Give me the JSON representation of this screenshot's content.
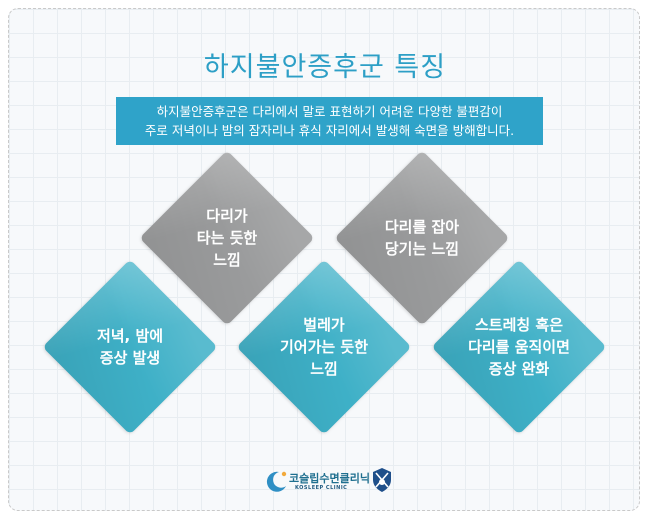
{
  "title": "하지불안증후군 특징",
  "banner": {
    "line1": "하지불안증후군은 다리에서 말로 표현하기 어려운 다양한 불편감이",
    "line2": "주로 저녁이나 밤의 잠자리나 휴식 자리에서 발생해 숙면을 방해합니다."
  },
  "features": [
    {
      "lines": [
        "다리가",
        "타는 듯한",
        "느낌"
      ],
      "color": "#9a9b9c"
    },
    {
      "lines": [
        "다리를 잡아",
        "당기는 느낌"
      ],
      "color": "#9a9b9c"
    },
    {
      "lines": [
        "저녁, 밤에",
        "증상 발생"
      ],
      "color": "#3eb0c7"
    },
    {
      "lines": [
        "벌레가",
        "기어가는 듯한",
        "느낌"
      ],
      "color": "#3eb0c7"
    },
    {
      "lines": [
        "스트레칭 혹은",
        "다리를 움직이면",
        "증상 완화"
      ],
      "color": "#3eb0c7"
    }
  ],
  "logo": {
    "name": "코슬립수면클리닉",
    "sub": "KOSLEEP CLINIC",
    "moon_icon": "crescent-moon-icon",
    "emblem_icon": "shield-emblem-icon"
  }
}
